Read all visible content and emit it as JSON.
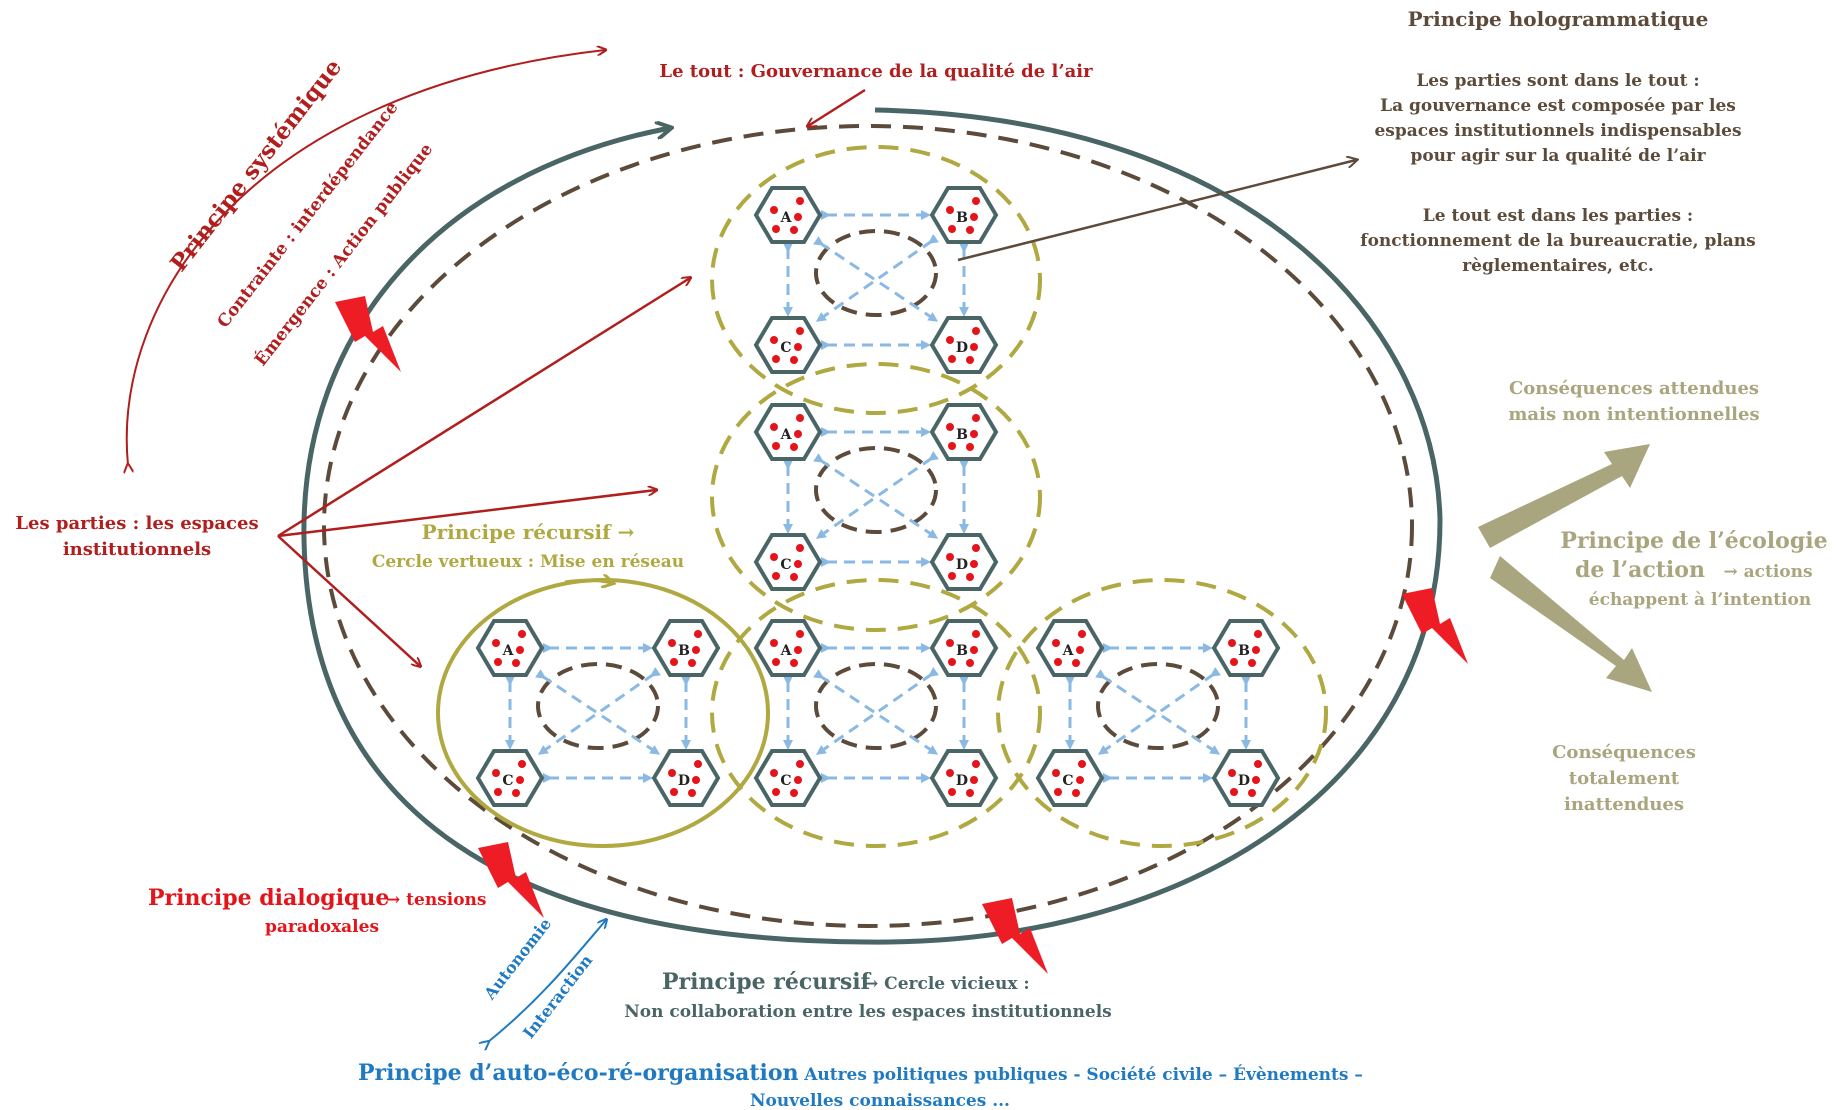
{
  "colors": {
    "red": "#b01e1e",
    "bright_red": "#e4141b",
    "slate": "#4a6565",
    "brown": "#5c4a3a",
    "olive": "#b0a840",
    "khaki": "#a9a57e",
    "blue": "#1f7ac1",
    "light_blue": "#8ab9e4",
    "bolt": "#ee1c25"
  },
  "systemique": {
    "title": "Principe systémique",
    "contrainte": "Contrainte : interdépendance",
    "emergence": "Émergence : Action publique"
  },
  "tout": {
    "label": "Le tout : Gouvernance de la qualité de l’air"
  },
  "hologrammatique": {
    "title": "Principe hologrammatique",
    "lines": [
      "Les parties sont dans le tout :",
      "La gouvernance est composée par les",
      "espaces institutionnels indispensables",
      "pour agir sur la qualité de l’air",
      "",
      "Le tout est dans les parties :",
      "fonctionnement de la bureaucratie, plans",
      "règlementaires, etc."
    ]
  },
  "parties": {
    "line1": "Les parties : les espaces",
    "line2": "institutionnels"
  },
  "recursif_vertueux": {
    "title": "Principe récursif →",
    "subtitle": "Cercle vertueux : Mise en réseau"
  },
  "ecologie": {
    "attendues_line1": "Conséquences attendues",
    "attendues_line2": "mais non intentionnelles",
    "title_line1": "Principe de l’écologie",
    "title_line2": "de l’action",
    "arrow_text": "→ actions",
    "line3": "échappent à l’intention",
    "inattendues_line1": "Conséquences",
    "inattendues_line2": "totalement",
    "inattendues_line3": "inattendues"
  },
  "dialogique": {
    "title": "Principe dialogique",
    "arrow_text": "→ tensions",
    "line2": "paradoxales"
  },
  "recursif_vicieux": {
    "title": "Principe récursif",
    "arrow_text": "→ Cercle vicieux :",
    "line2": "Non collaboration entre les espaces institutionnels"
  },
  "auto": {
    "autonomie": "Autonomie",
    "interaction": "Interaction",
    "title": "Principe d’auto-éco-ré-organisation",
    "rest": ": Autres politiques publiques - Société civile – Évènements –",
    "line2": "Nouvelles connaissances ..."
  },
  "nodes": {
    "a": "A",
    "b": "B",
    "c": "C",
    "d": "D"
  }
}
